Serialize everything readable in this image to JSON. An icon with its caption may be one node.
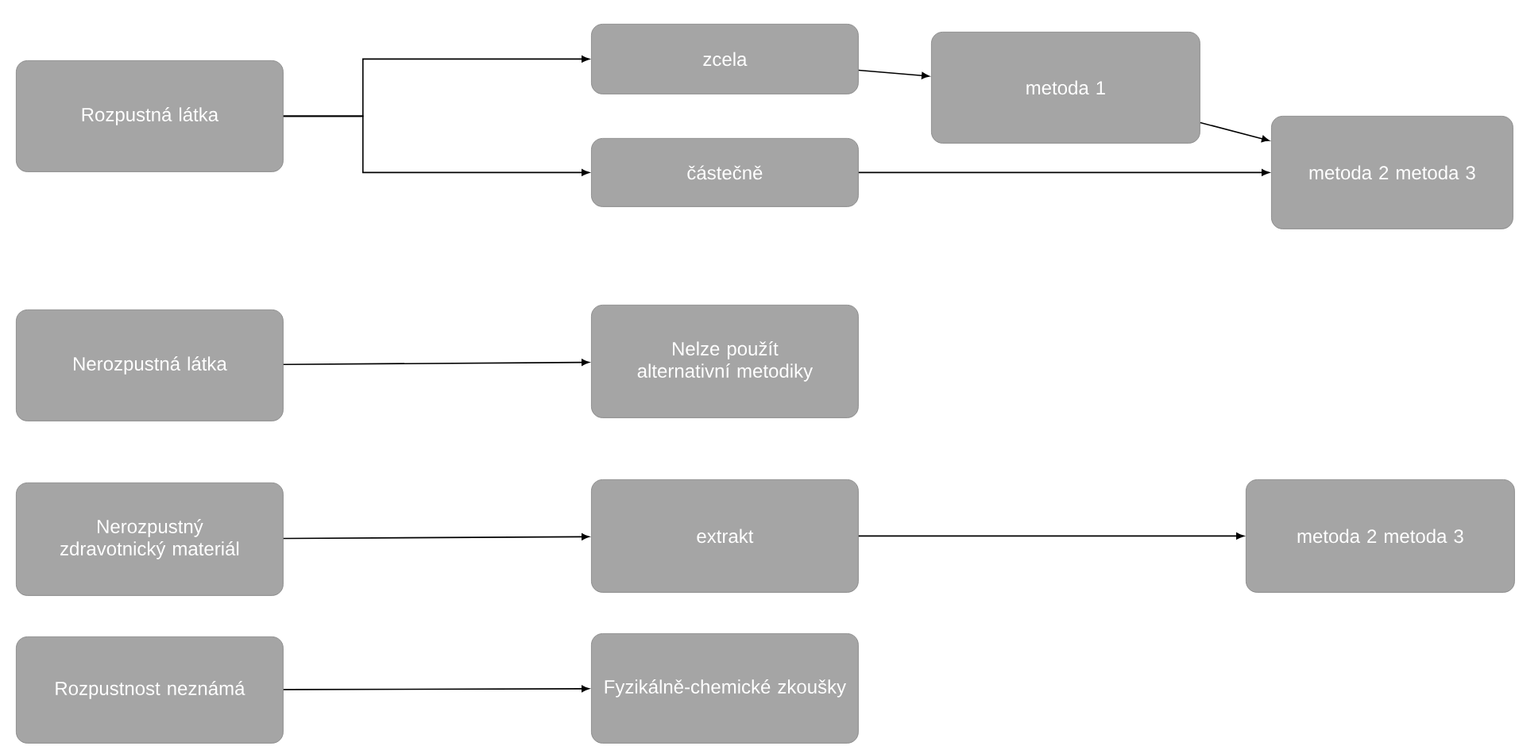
{
  "diagram": {
    "nodes": [
      {
        "text": [
          "Rozpustná látka"
        ]
      },
      {
        "text": [
          "zcela"
        ]
      },
      {
        "text": [
          "metoda 1"
        ]
      },
      {
        "text": [
          "částečně"
        ]
      },
      {
        "text": [
          "metoda 2 metoda 3"
        ]
      },
      {
        "text": [
          "Nerozpustná látka"
        ]
      },
      {
        "text": [
          "Nelze použít alternativní metodiky"
        ]
      },
      {
        "text": [
          "Nerozpustný zdravotnický materiál"
        ]
      },
      {
        "text": [
          "extrakt"
        ]
      },
      {
        "text": [
          "metoda 2 metoda 3"
        ]
      },
      {
        "text": [
          "Rozpustnost neznámá"
        ]
      },
      {
        "text": [
          "Fyzikálně-chemické zkoušky"
        ]
      }
    ],
    "edges": [
      {
        "from": 0,
        "to": 1,
        "arrow": "to"
      },
      {
        "from": 0,
        "to": 3,
        "arrow": "to"
      },
      {
        "from": 1,
        "to": 2,
        "arrow": "to"
      },
      {
        "from": 2,
        "to": 4,
        "arrow": "to"
      },
      {
        "from": 3,
        "to": 4,
        "arrow": "to"
      },
      {
        "from": 5,
        "to": 6,
        "arrow": "to"
      },
      {
        "from": 7,
        "to": 8,
        "arrow": "to"
      },
      {
        "from": 8,
        "to": 9,
        "arrow": "to"
      },
      {
        "from": 10,
        "to": 11,
        "arrow": "to"
      }
    ]
  }
}
